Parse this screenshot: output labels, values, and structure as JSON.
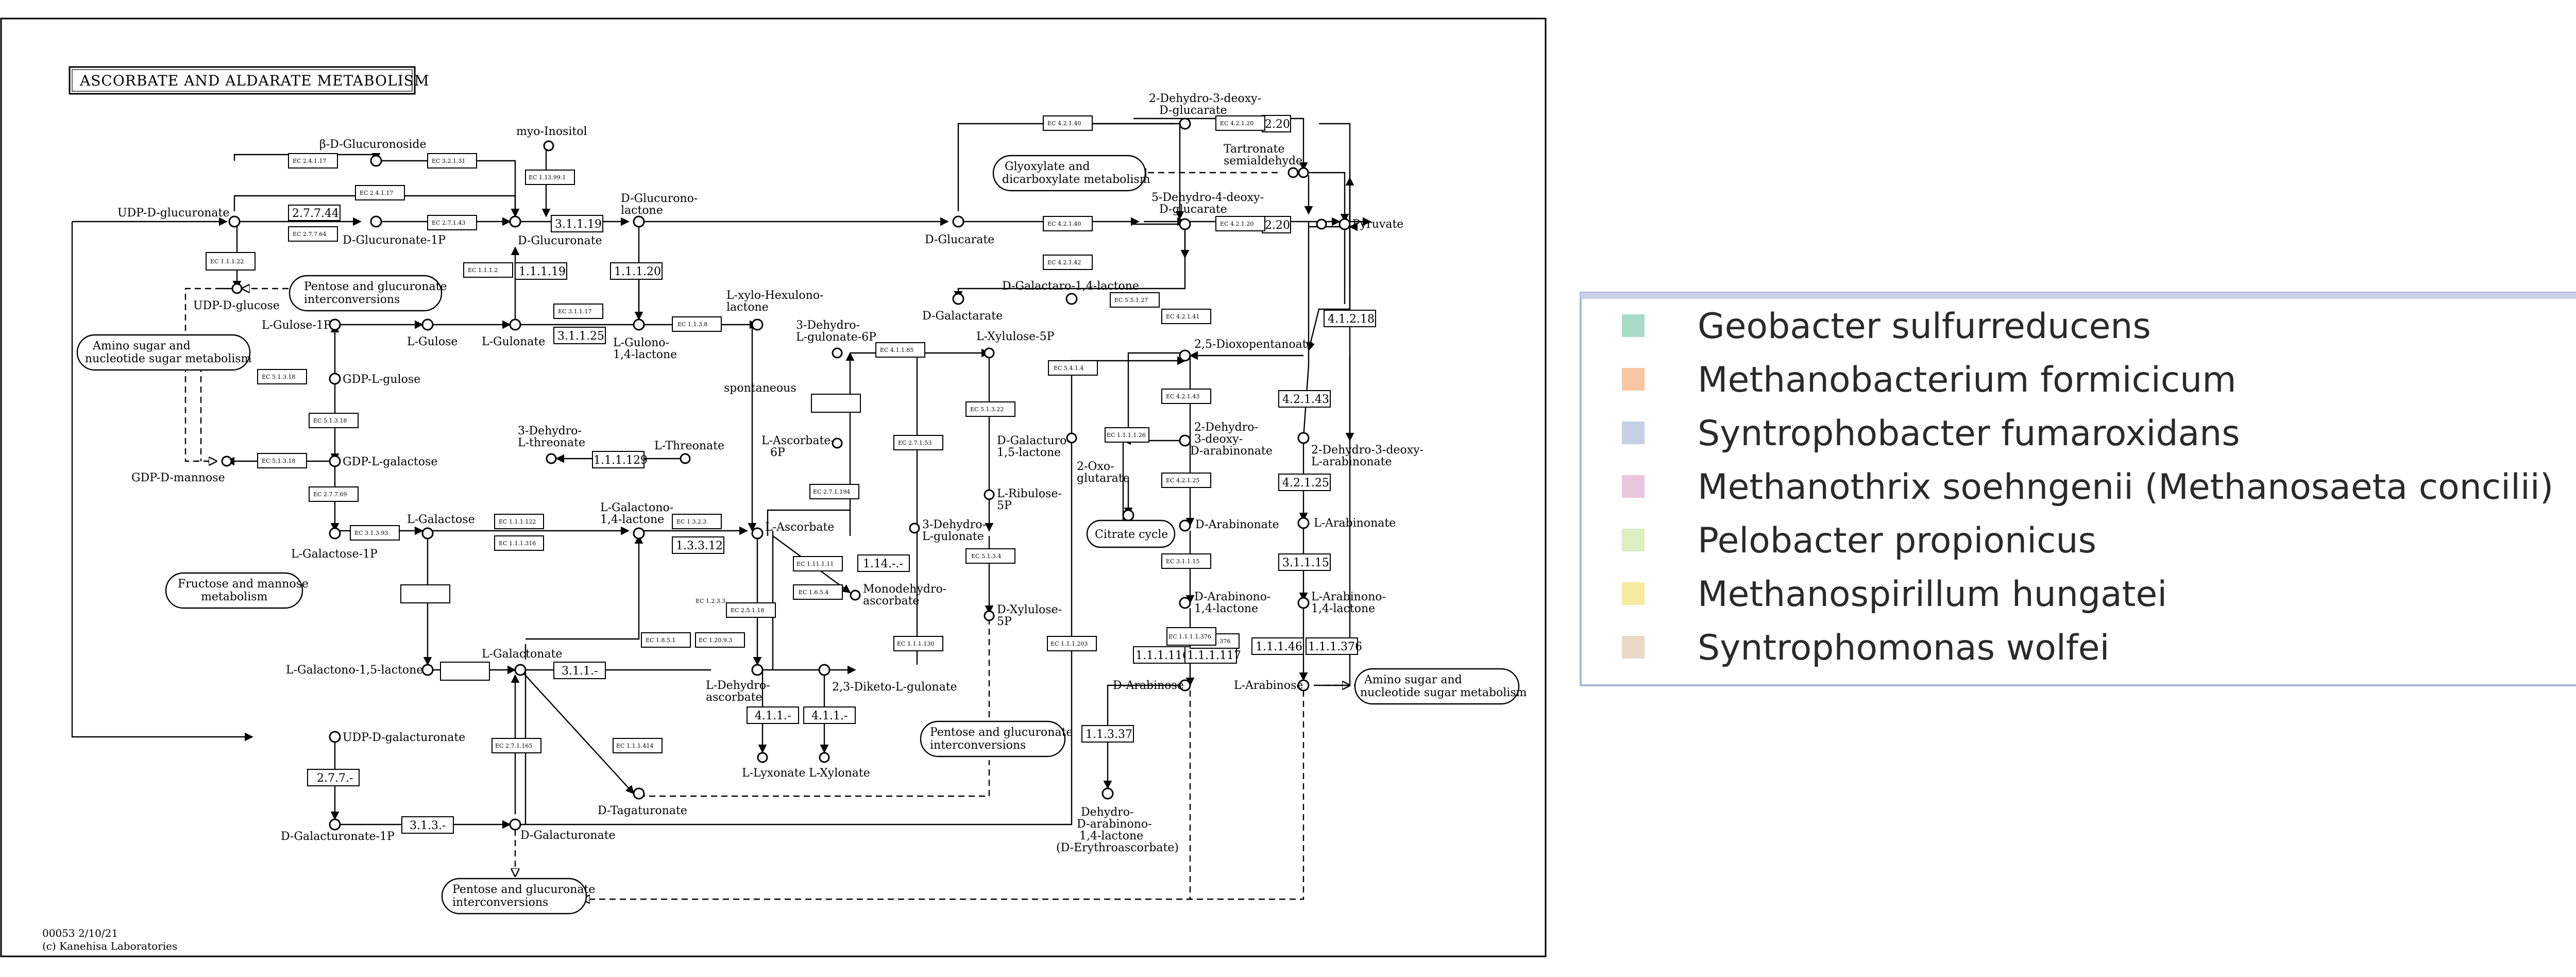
{
  "title": "ASCORBATE AND ALDARATE METABOLISM",
  "footer": {
    "code": "00053 2/10/21",
    "copyright": "(c) Kanehisa Laboratories"
  },
  "colors": {
    "highlight": "#aaaaee",
    "geo": "#a8dcc8",
    "meb": "#f6c7a2",
    "syn": "#c6cfe6",
    "mts": "#eac6de",
    "pel": "#dcefc0",
    "msp": "#f7eba0",
    "swo": "#ead9c6"
  },
  "legend": [
    {
      "label": "Geobacter sulfurreducens",
      "color": "#a8dcc8"
    },
    {
      "label": "Methanobacterium formicicum",
      "color": "#f6c7a2"
    },
    {
      "label": "Syntrophobacter fumaroxidans",
      "color": "#c6cfe6"
    },
    {
      "label": "Methanothrix soehngenii (Methanosaeta concilii)",
      "color": "#eac6de"
    },
    {
      "label": "Pelobacter propionicus",
      "color": "#dcefc0"
    },
    {
      "label": "Methanospirillum hungatei",
      "color": "#f7eba0"
    },
    {
      "label": "Syntrophomonas wolfei",
      "color": "#ead9c6"
    }
  ],
  "compounds": [
    {
      "key": "b_glucuronoside",
      "l1": "β-D-Glucuronoside",
      "l2": ""
    },
    {
      "key": "myo_inositol",
      "l1": "myo-Inositol",
      "l2": ""
    },
    {
      "key": "udp_glucuronate",
      "l1": "UDP-D-glucuronate",
      "l2": ""
    },
    {
      "key": "d_glucuronate_1p",
      "l1": "D-Glucuronate-1P",
      "l2": ""
    },
    {
      "key": "d_glucuronate",
      "l1": "D-Glucuronate",
      "l2": ""
    },
    {
      "key": "d_glucurono_lactone",
      "l1": "D-Glucurono-",
      "l2": "lactone"
    },
    {
      "key": "udp_glucose",
      "l1": "UDP-D-glucose",
      "l2": ""
    },
    {
      "key": "l_gulose_1p",
      "l1": "L-Gulose-1P",
      "l2": ""
    },
    {
      "key": "l_gulose",
      "l1": "L-Gulose",
      "l2": ""
    },
    {
      "key": "l_gulonate",
      "l1": "L-Gulonate",
      "l2": ""
    },
    {
      "key": "l_gulono_lactone",
      "l1": "L-Gulono-",
      "l2": "1,4-lactone"
    },
    {
      "key": "l_xylo_hexulono",
      "l1": "L-xylo-Hexulono-",
      "l2": "lactone"
    },
    {
      "key": "gdp_l_gulose",
      "l1": "GDP-L-gulose",
      "l2": ""
    },
    {
      "key": "gdp_mannose",
      "l1": "GDP-D-mannose",
      "l2": ""
    },
    {
      "key": "gdp_l_galactose",
      "l1": "GDP-L-galactose",
      "l2": ""
    },
    {
      "key": "l_galactose_1p",
      "l1": "L-Galactose-1P",
      "l2": ""
    },
    {
      "key": "l_galactose",
      "l1": "L-Galactose",
      "l2": ""
    },
    {
      "key": "dehydro_threonate",
      "l1": "3-Dehydro-",
      "l2": "L-threonate"
    },
    {
      "key": "l_threonate",
      "l1": "L-Threonate",
      "l2": ""
    },
    {
      "key": "l_galactono_lactone",
      "l1": "L-Galactono-",
      "l2": "1,4-lactone"
    },
    {
      "key": "l_ascorbate",
      "l1": "L-Ascorbate",
      "l2": ""
    },
    {
      "key": "dehydro_gulonate_6p",
      "l1": "3-Dehydro-",
      "l2": "L-gulonate-6P"
    },
    {
      "key": "l_ascorbate_6p",
      "l1": "L-Ascorbate-",
      "l2": "6P"
    },
    {
      "key": "l_xylulose_5p",
      "l1": "L-Xylulose-5P",
      "l2": ""
    },
    {
      "key": "d_galacturo_lactone_1",
      "l1": "D-Galacturo-",
      "l2": "1,5-lactone"
    },
    {
      "key": "l_ribulose_5p",
      "l1": "L-Ribulose-",
      "l2": "5P"
    },
    {
      "key": "dehydro_l_gulonate",
      "l1": "3-Dehydro-",
      "l2": "L-gulonate"
    },
    {
      "key": "monodehydro_ascorbate",
      "l1": "Monodehydro-",
      "l2": "ascorbate"
    },
    {
      "key": "d_xylulose_5p",
      "l1": "D-Xylulose-",
      "l2": "5P"
    },
    {
      "key": "l_galactono_15",
      "l1": "L-Galactono-1,5-lactone",
      "l2": ""
    },
    {
      "key": "l_galactonate",
      "l1": "L-Galactonate",
      "l2": ""
    },
    {
      "key": "l_dehydro_ascorbate",
      "l1": "L-Dehydro-",
      "l2": "ascorbate"
    },
    {
      "key": "diketo_gulonate",
      "l1": "2,3-Diketo-L-gulonate",
      "l2": ""
    },
    {
      "key": "l_lyxonate",
      "l1": "L-Lyxonate",
      "l2": ""
    },
    {
      "key": "l_xylonate",
      "l1": "L-Xylonate",
      "l2": ""
    },
    {
      "key": "udp_galacturonate",
      "l1": "UDP-D-galacturonate",
      "l2": ""
    },
    {
      "key": "d_galacturonate_1p",
      "l1": "D-Galacturonate-1P",
      "l2": ""
    },
    {
      "key": "d_galacturonate",
      "l1": "D-Galacturonate",
      "l2": ""
    },
    {
      "key": "d_tagaturonate",
      "l1": "D-Tagaturonate",
      "l2": ""
    },
    {
      "key": "dehydro_deoxy_glucarate",
      "l1": "2-Dehydro-3-deoxy-",
      "l2": "D-glucarate"
    },
    {
      "key": "tartronate_semialdehyde",
      "l1": "Tartronate",
      "l2": "semialdehyde"
    },
    {
      "key": "d_glucarate",
      "l1": "D-Glucarate",
      "l2": ""
    },
    {
      "key": "dehydro_deoxy_4_glucarate",
      "l1": "5-Dehydro-4-deoxy-",
      "l2": "D-glucarate"
    },
    {
      "key": "pyruvate",
      "l1": "Pyruvate",
      "l2": ""
    },
    {
      "key": "d_galactaro_lactone",
      "l1": "D-Galactaro-1,4-lactone",
      "l2": ""
    },
    {
      "key": "d_galactarate",
      "l1": "D-Galactarate",
      "l2": ""
    },
    {
      "key": "dioxopentanoate",
      "l1": "2,5-Dioxopentanoate",
      "l2": ""
    },
    {
      "key": "dehydro_deoxy_d_arab",
      "l1": "2-Dehydro-",
      "l2": "3-deoxy-"
    },
    {
      "key": "dehydro_deoxy_l_arab",
      "l1": "2-Dehydro-3-deoxy-",
      "l2": "L-arabinonate"
    },
    {
      "key": "oxoglutarate",
      "l1": "2-Oxo-",
      "l2": "glutarate"
    },
    {
      "key": "d_arabinonate",
      "l1": "D-Arabinonate",
      "l2": ""
    },
    {
      "key": "l_arabinonate",
      "l1": "L-Arabinonate",
      "l2": ""
    },
    {
      "key": "d_arabinono_lactone",
      "l1": "D-Arabinono-",
      "l2": "1,4-lactone"
    },
    {
      "key": "l_arabinono_lactone",
      "l1": "L-Arabinono-",
      "l2": "1,4-lactone"
    },
    {
      "key": "d_arabinose",
      "l1": "D-Arabinose",
      "l2": ""
    },
    {
      "key": "l_arabinose",
      "l1": "L-Arabinose",
      "l2": ""
    },
    {
      "key": "dehydro_arabinono",
      "l1": "Dehydro-",
      "l2": "D-arabinono-"
    }
  ],
  "extra_text": {
    "d_arab_line3": "D-arabinonate",
    "dehydro_arab_line3": "1,4-lactone",
    "dehydro_arab_line4": "(D-Erythroascorbate)",
    "spontaneous": "spontaneous"
  },
  "pathways": [
    {
      "key": "pentose_gluc_1",
      "l1": "Pentose and glucuronate",
      "l2": "interconversions"
    },
    {
      "key": "amino_sugar_1",
      "l1": "Amino sugar and",
      "l2": "nucleotide sugar metabolism"
    },
    {
      "key": "fructose_mannose",
      "l1": "Fructose and mannose",
      "l2": "metabolism"
    },
    {
      "key": "glyoxylate",
      "l1": "Glyoxylate and",
      "l2": "dicarboxylate metabolism"
    },
    {
      "key": "citrate",
      "l1": "Citrate cycle",
      "l2": ""
    },
    {
      "key": "pentose_gluc_2",
      "l1": "Pentose and glucuronate",
      "l2": "interconversions"
    },
    {
      "key": "pentose_gluc_3",
      "l1": "Pentose and glucuronate",
      "l2": "interconversions"
    },
    {
      "key": "amino_sugar_2",
      "l1": "Amino sugar and",
      "l2": "nucleotide sugar metabolism"
    }
  ],
  "enzymes": [
    {
      "key": "e2_7_7_44",
      "label": "2.7.7.44"
    },
    {
      "key": "e3_1_1_19",
      "label": "3.1.1.19"
    },
    {
      "key": "e1_1_1_19",
      "label": "1.1.1.19"
    },
    {
      "key": "e1_1_1_20",
      "label": "1.1.1.20"
    },
    {
      "key": "e3_1_1_25",
      "label": "3.1.1.25"
    },
    {
      "key": "e1_1_1_129",
      "label": "1.1.1.129"
    },
    {
      "key": "e1_3_3_12",
      "label": "1.3.3.12"
    },
    {
      "key": "e1_14",
      "label": "1.14.-.-"
    },
    {
      "key": "e3_1_1",
      "label": "3.1.1.-"
    },
    {
      "key": "e4_1_1a",
      "label": "4.1.1.-"
    },
    {
      "key": "e4_1_1b",
      "label": "4.1.1.-"
    },
    {
      "key": "e2_7_7",
      "label": "2.7.7.-"
    },
    {
      "key": "e3_1_3",
      "label": "3.1.3.-"
    },
    {
      "key": "e4_1_2_18",
      "label": "4.1.2.18"
    },
    {
      "key": "e4_2_1_43",
      "label": "4.2.1.43"
    },
    {
      "key": "e4_2_1_25",
      "label": "4.2.1.25"
    },
    {
      "key": "e3_1_1_15",
      "label": "3.1.1.15"
    },
    {
      "key": "e1_1_1_46",
      "label": "1.1.1.46"
    },
    {
      "key": "e1_1_1_376",
      "label": "1.1.1.376"
    },
    {
      "key": "e1_1_1_116",
      "label": "1.1.1.116"
    },
    {
      "key": "e1_1_1_117",
      "label": "1.1.1.117"
    },
    {
      "key": "e1_1_3_37",
      "label": "1.1.3.37"
    },
    {
      "key": "e20a",
      "label": "2.20"
    },
    {
      "key": "e20b",
      "label": "2.20"
    }
  ],
  "small_enzymes": [
    "EC 2.4.1.17",
    "EC 3.2.1.31",
    "EC 2.4.1.17",
    "EC 2.7.1.43",
    "EC 2.7.7.64",
    "EC 1.13.99.1",
    "EC 1.1.1.22",
    "EC 1.1.1.2",
    "EC 3.1.1.17",
    "EC 1.1.3.8",
    "EC 5.1.3.18",
    "EC 5.1.3.18",
    "EC 5.1.3.18",
    "EC 2.7.7.69",
    "EC 3.1.3.93",
    "EC 1.1.1.122",
    "EC 1.1.1.316",
    "EC 1.3.2.3",
    "EC 4.1.1.85",
    "EC 2.7.1.194",
    "EC 5.1.3.22",
    "EC 2.7.1.53",
    "EC 5.1.3.4",
    "EC 1.6.5.4",
    "EC 1.11.1.11",
    "EC 2.5.1.18",
    "EC 1.8.5.1",
    "EC 1.20.9.3",
    "EC 1.2.3.3",
    "EC 1.1.1.130",
    "EC 2.7.1.165",
    "EC 1.1.1.414",
    "EC 1.1.1.203",
    "EC 5.5.1.27",
    "EC 4.2.1.40",
    "EC 4.2.1.20",
    "EC 4.2.1.40",
    "EC 4.2.1.20",
    "EC 4.2.1.42",
    "EC 4.2.1.41",
    "EC 4.2.1.43",
    "EC 4.2.1.25",
    "EC 3.1.1.15",
    "EC 1.1.1.376",
    "EC 5.4.1.4",
    "EC 1.1.1.1.26",
    "EC 1.1.1.1.376"
  ]
}
